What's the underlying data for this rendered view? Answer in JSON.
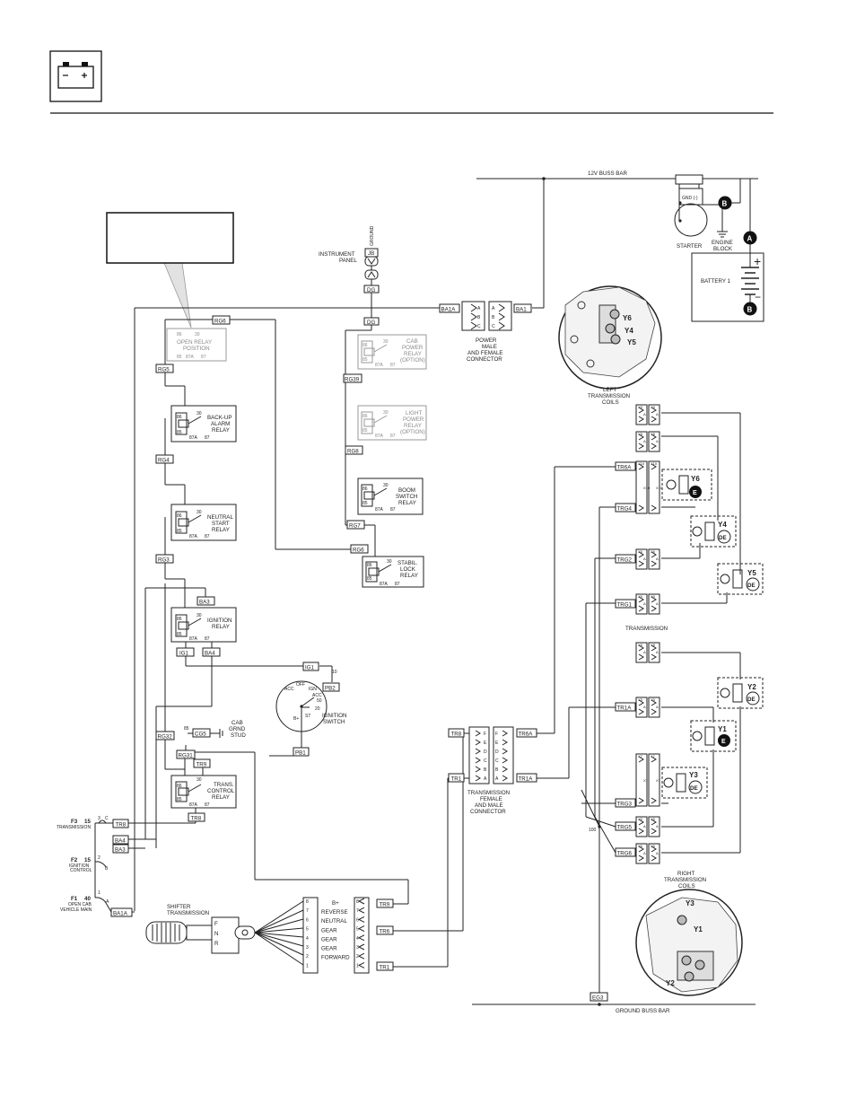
{
  "header": {
    "icon": "battery-icon"
  },
  "bus": {
    "top": "12V BUSS BAR",
    "bottom": "GROUND BUSS BAR"
  },
  "starter": {
    "gnd": "GND (-)",
    "starter": "STARTER",
    "engine_block_1": "ENGINE",
    "engine_block_2": "BLOCK",
    "battery": "BATTERY 1",
    "plus": "+",
    "minus": "−"
  },
  "circles": {
    "A": "A",
    "B": "B"
  },
  "instrument": {
    "panel_1": "INSTRUMENT",
    "panel_2": "PANEL",
    "ground": "GROUND",
    "jb": "JB",
    "dg": "DG"
  },
  "wires": {
    "rg6": "RG6",
    "rg5": "RG5",
    "rg4": "RG4",
    "rg3": "RG3",
    "rg39": "RG39",
    "rg8": "RG8",
    "rg7": "RG7",
    "ba1a": "BA1A",
    "ba1": "BA1",
    "ba3": "BA3",
    "ba4": "BA4",
    "ig1": "IG1",
    "pb2": "PB2",
    "pb1": "PB1",
    "rg32": "RG32",
    "rg31": "RG31",
    "cg5": "CG5",
    "tr9": "TR9",
    "tr8": "TR8",
    "tr6": "TR6",
    "tr1": "TR1",
    "tr6a": "TR6A",
    "tr1a": "TR1A",
    "trg4": "TRG4",
    "trg2": "TRG2",
    "trg1": "TRG1",
    "trg3": "TRG3",
    "trg5": "TRG5",
    "trg6": "TRG6",
    "eg3": "EG3"
  },
  "power_connector": [
    "POWER",
    "MALE",
    "AND FEMALE",
    "CONNECTOR"
  ],
  "relays": {
    "open_1": "OPEN RELAY",
    "open_2": "POSITION",
    "backup_1": "BACK-UP",
    "backup_2": "ALARM",
    "backup_3": "RELAY",
    "neutral_1": "NEUTRAL",
    "neutral_2": "START",
    "neutral_3": "RELAY",
    "ignition_1": "IGNITION",
    "ignition_2": "RELAY",
    "trans_1": "TRANS.",
    "trans_2": "CONTROL",
    "trans_3": "RELAY",
    "cab_1": "CAB",
    "cab_2": "POWER",
    "cab_3": "RELAY",
    "cab_4": "(OPTION)",
    "light_1": "LIGHT",
    "light_2": "POWER",
    "light_3": "RELAY",
    "light_4": "(OPTION)",
    "boom_1": "BOOM",
    "boom_2": "SWITCH",
    "boom_3": "RELAY",
    "stab_1": "STABIL.",
    "stab_2": "LOCK",
    "stab_3": "RELAY",
    "pin86": "86",
    "pin85": "85",
    "pin30": "30",
    "pin87a": "87A",
    "pin87": "87"
  },
  "ignition_switch": {
    "off": "OFF",
    "acc": "ACC",
    "ign": "IGN",
    "acc2": "ACC",
    "b": "B+",
    "st": "ST",
    "i10": "10",
    "i50": "50",
    "i20": "20",
    "label_1": "IGNITION",
    "label_2": "SWITCH"
  },
  "cab_ground": {
    "pin": "85",
    "l1": "CAB",
    "l2": "GRND",
    "l3": "STUD"
  },
  "fuses": [
    {
      "name": "F3",
      "amps": "15",
      "label": "TRANSMISSION",
      "label2": ""
    },
    {
      "name": "F2",
      "amps": "15",
      "label": "IGNITION",
      "label2": "CONTROL"
    },
    {
      "name": "F1",
      "amps": "40",
      "label": "OPEN CAB",
      "label2": "VEHICLE MAIN"
    }
  ],
  "fuse_pins": {
    "c1": "3",
    "c2": "C",
    "b1": "2",
    "b2": "B",
    "a1": "1",
    "a2": "A"
  },
  "shifter": {
    "l1": "SHIFTER",
    "l2": "TRANSMISSION",
    "f": "F",
    "n": "N",
    "r": "R"
  },
  "shifter_pins": [
    "8",
    "7",
    "6",
    "5",
    "4",
    "3",
    "2",
    "1"
  ],
  "shifter_outputs": [
    "B+",
    "REVERSE",
    "NEUTRAL",
    "GEAR",
    "GEAR",
    "GEAR",
    "FORWARD"
  ],
  "trans_connector": {
    "pins": [
      "F",
      "E",
      "D",
      "C",
      "B",
      "A"
    ],
    "label": [
      "TRANSMISSION",
      "FEMALE",
      "AND MALE",
      "CONNECTOR"
    ]
  },
  "coils": {
    "left_1": "LEFT",
    "left_2": "TRANSMISSION",
    "left_3": "COILS",
    "right_1": "RIGHT",
    "right_2": "TRANSMISSION",
    "right_3": "COILS",
    "transmission": "TRANSMISSION",
    "y6": "Y6",
    "y4": "Y4",
    "y5": "Y5",
    "y3": "Y3",
    "y1": "Y1",
    "y2": "Y2",
    "e": "E",
    "de": "DE",
    "x9": "X9",
    "x8": "X8",
    "x10": "X10",
    "x6": "X6",
    "x7": "X7",
    "x5": "X5",
    "x4": "X4",
    "a": "A",
    "b": "B",
    "n100": "100"
  }
}
